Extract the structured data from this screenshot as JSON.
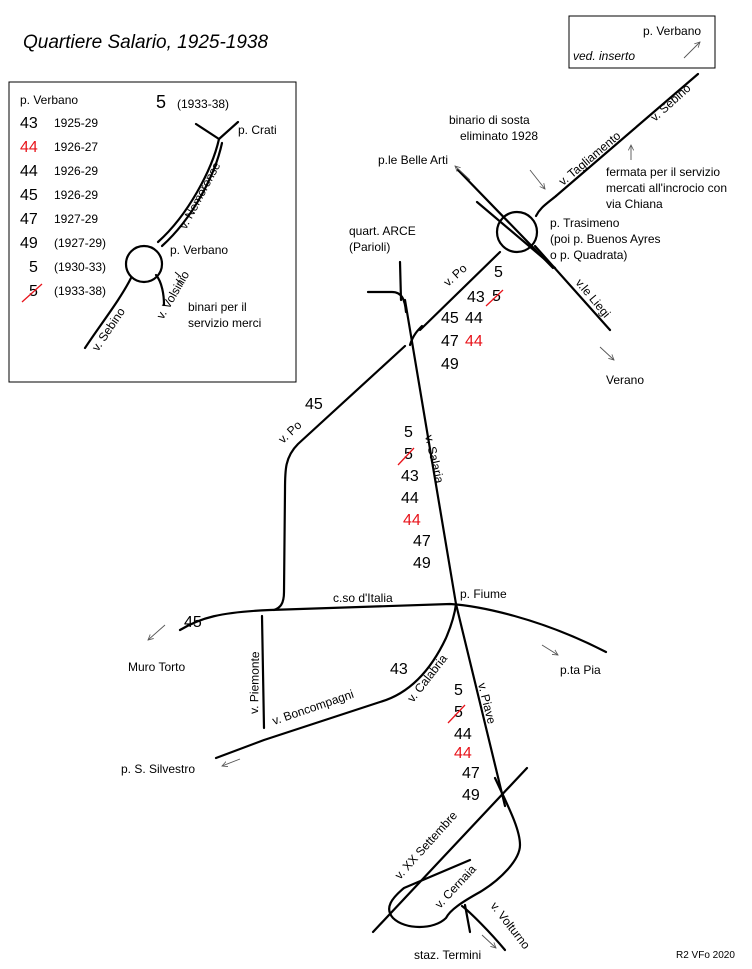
{
  "title": "Quartiere Salario, 1925-1938",
  "credit": "R2 VFo 2020",
  "inset_ref": {
    "place": "p. Verbano",
    "note": "ved. inserto"
  },
  "colors": {
    "line": "#000000",
    "highlight": "#e8141b",
    "background": "#ffffff"
  },
  "inset": {
    "heading": "p. Verbano",
    "legend": [
      {
        "line": "43",
        "years": "1925-29",
        "color": "black"
      },
      {
        "line": "44",
        "years": "1926-27",
        "color": "red"
      },
      {
        "line": "44",
        "years": "1926-29",
        "color": "black"
      },
      {
        "line": "45",
        "years": "1926-29",
        "color": "black"
      },
      {
        "line": "47",
        "years": "1927-29",
        "color": "black"
      },
      {
        "line": "49",
        "years": "(1927-29)",
        "color": "black"
      },
      {
        "line": "5",
        "years": "(1930-33)",
        "color": "black"
      },
      {
        "line": "5",
        "years": "(1933-38)",
        "color": "black",
        "struck": true
      }
    ],
    "top_line": "5",
    "top_years": "(1933-38)",
    "places": {
      "crati": "p. Crati",
      "nemorense": "v. Nemorense",
      "verbano": "p. Verbano",
      "volsinio": "v. Volsinio",
      "sebino": "v. Sebino",
      "merci": [
        "binari per il",
        "servizio merci"
      ]
    }
  },
  "labels": {
    "binario_sosta": [
      "binario di sosta",
      "eliminato 1928"
    ],
    "tagliamento": "v. Tagliamento",
    "sebino": "v. Sebino",
    "fermata": [
      "fermata per il servizio",
      "mercati all'incrocio con",
      "via Chiana"
    ],
    "belle_arti": "p.le Belle Arti",
    "trasimeno": [
      "p. Trasimeno",
      "(poi p. Buenos Ayres",
      "o p. Quadrata)"
    ],
    "arce": [
      "quart. ARCE",
      "(Parioli)"
    ],
    "po_upper": "v. Po",
    "liegi": "v.le Liegi",
    "verano": "Verano",
    "po_lower": "v. Po",
    "salaria": "v. Salaria",
    "corso_italia": "c.so d'Italia",
    "fiume": "p. Fiume",
    "muro_torto": "Muro Torto",
    "pta_pia": "p.ta Pia",
    "piemonte": "v. Piemonte",
    "calabria": "v. Calabria",
    "boncompagni": "v. Boncompagni",
    "piave": "v. Piave",
    "s_silvestro": "p. S. Silvestro",
    "xx_settembre": "v. XX Settembre",
    "cernaia": "v. Cernaia",
    "volturno": "v. Volturno",
    "termini": "staz. Termini"
  },
  "groups": {
    "trasimeno": [
      {
        "line": "5"
      },
      {
        "line": "43"
      },
      {
        "line": "5",
        "struck": true
      },
      {
        "line": "45"
      },
      {
        "line": "44"
      },
      {
        "line": "47"
      },
      {
        "line": "44",
        "color": "red"
      },
      {
        "line": "49"
      }
    ],
    "po": {
      "line": "45"
    },
    "salaria": [
      {
        "line": "5"
      },
      {
        "line": "5",
        "struck": true
      },
      {
        "line": "43"
      },
      {
        "line": "44"
      },
      {
        "line": "44",
        "color": "red"
      },
      {
        "line": "47"
      },
      {
        "line": "49"
      }
    ],
    "muro_torto": {
      "line": "45"
    },
    "calabria": {
      "line": "43"
    },
    "piave": [
      {
        "line": "5"
      },
      {
        "line": "5",
        "struck": true
      },
      {
        "line": "44"
      },
      {
        "line": "44",
        "color": "red"
      },
      {
        "line": "47"
      },
      {
        "line": "49"
      }
    ]
  }
}
